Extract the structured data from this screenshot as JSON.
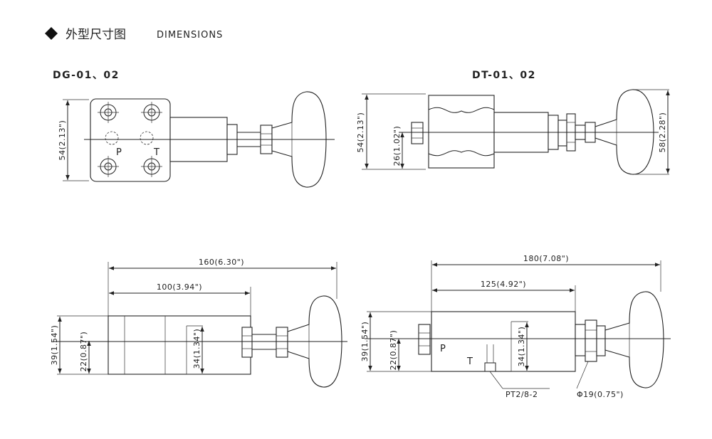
{
  "header": {
    "title_cn": "外型尺寸图",
    "title_en": "DIMENSIONS",
    "bullet_icon": "diamond-bullet-icon"
  },
  "views": {
    "dg_top": {
      "model": "DG-01、02",
      "height_dim": "54(2.13\")",
      "port_p": "P",
      "port_t": "T"
    },
    "dt_top": {
      "model": "DT-01、02",
      "height_dim": "54(2.13\")",
      "center_dim": "26(1.02\")",
      "handle_dim": "58(2.28\")"
    },
    "dg_side": {
      "overall_dim": "160(6.30\")",
      "body_dim": "100(3.94\")",
      "height_dim": "39(1.54\")",
      "center_dim": "22(0.87\")",
      "inner_dim": "34(1.34\")"
    },
    "dt_side": {
      "overall_dim": "180(7.08\")",
      "body_dim": "125(4.92\")",
      "height_dim": "39(1.54\")",
      "center_dim": "22(0.87\")",
      "inner_dim": "34(1.34\")",
      "port_p": "P",
      "port_t": "T",
      "thread_callout": "PT2/8-2",
      "diameter_callout": "Φ19(0.75\")"
    }
  }
}
